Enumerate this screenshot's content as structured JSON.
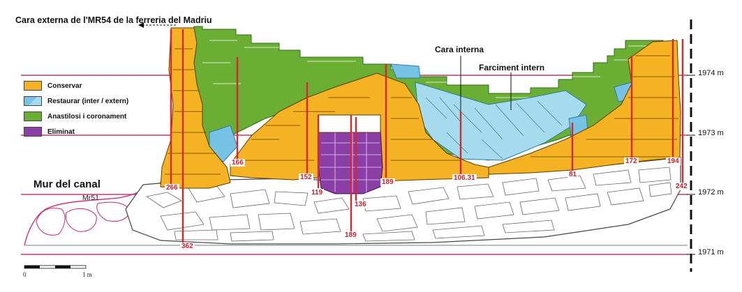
{
  "title": "Cara externa de l'MR54 de la ferreria del Madriu",
  "legend": [
    {
      "label": "Conservar",
      "color": "#f5b223"
    },
    {
      "label": "Restaurar (inter / extern)",
      "color": "#76c3e6"
    },
    {
      "label": "Anastilosi i coronament",
      "color": "#6aae33"
    },
    {
      "label": "Eliminat",
      "color": "#8b3fa6"
    }
  ],
  "elevations": [
    "1974 m",
    "1973 m",
    "1972 m",
    "1971 m"
  ],
  "annotations": {
    "cara_interna": "Cara interna",
    "farciment_intern": "Farciment intern",
    "mur_del_canal": "Mur del canal",
    "mr51": "Mr51"
  },
  "measurements": {
    "m266": "266",
    "m166": "166",
    "m362": "362",
    "m152": "152",
    "m119": "119",
    "m136": "136",
    "m189a": "189",
    "m189b": "189",
    "m106": "106.31",
    "m81": "81",
    "m172": "172",
    "m194": "194",
    "m242": "242"
  },
  "scale": {
    "zero": "0",
    "one": "1 m"
  },
  "colors": {
    "elevation_line": "#c8366a",
    "measure": "#d6282e",
    "outline": "#c6287a",
    "stone_outline": "#555555"
  }
}
